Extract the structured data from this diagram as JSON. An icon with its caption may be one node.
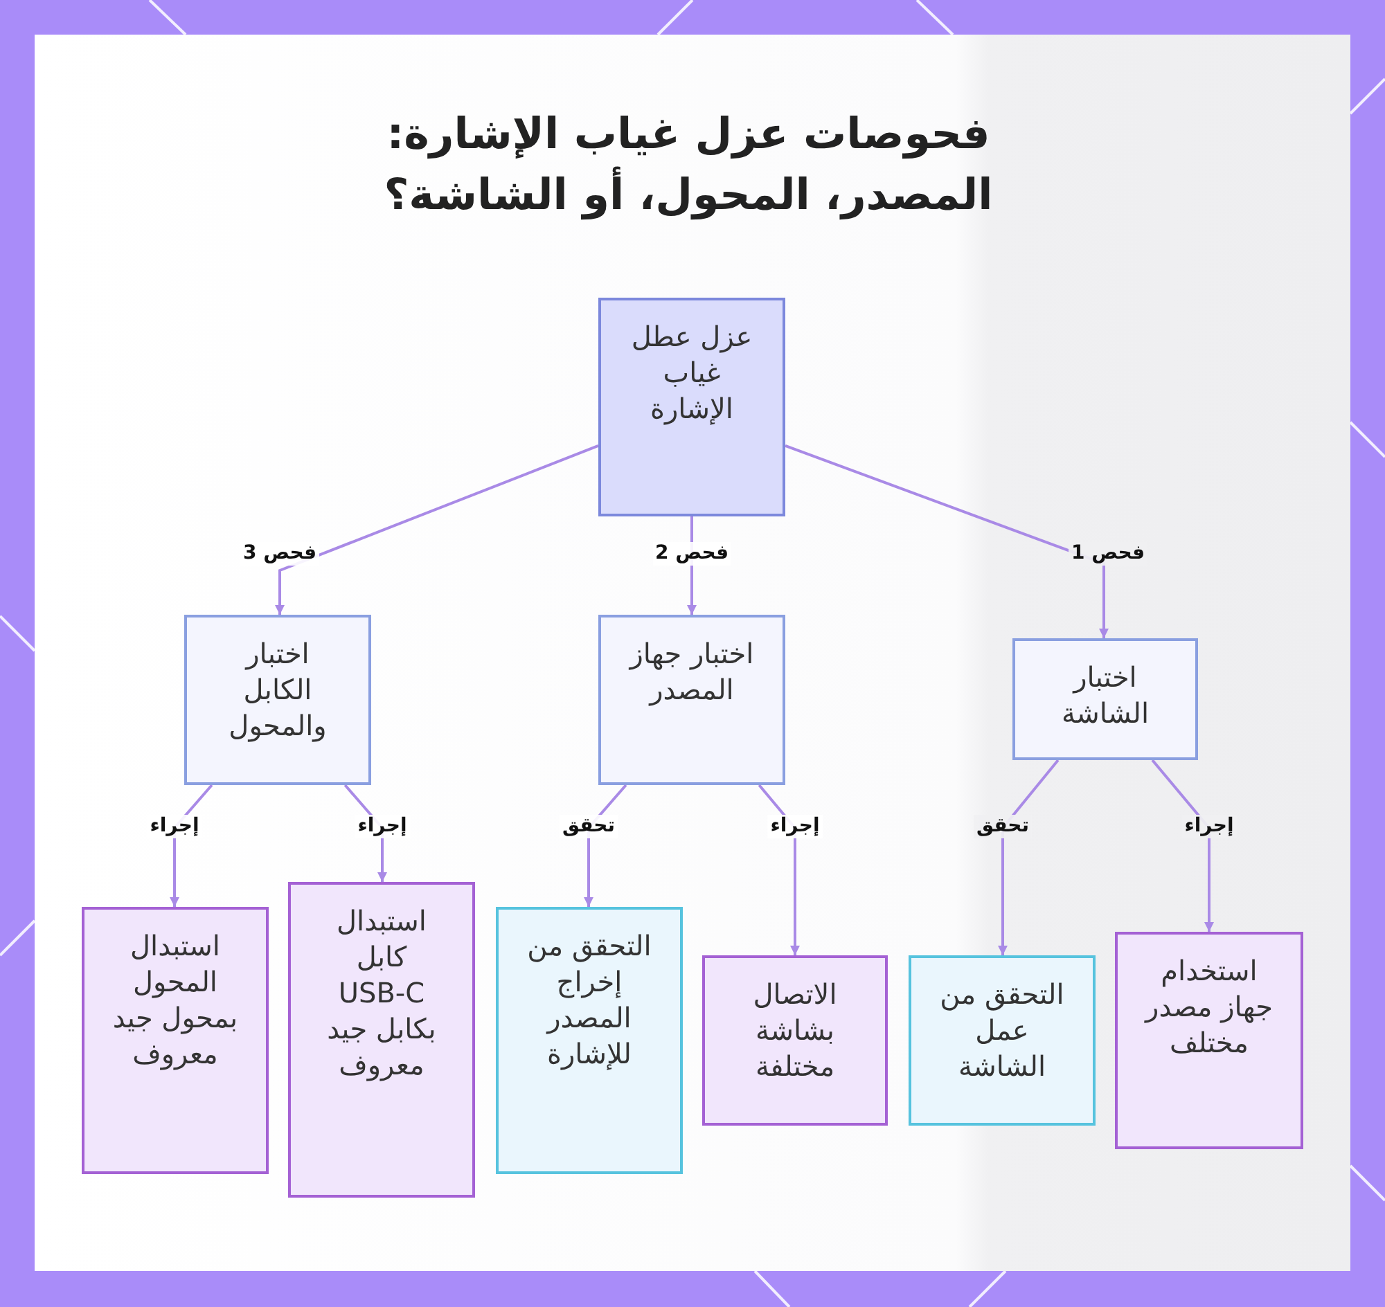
{
  "diagram": {
    "title": "فحوصات عزل غياب الإشارة: المصدر، المحول، أو الشاشة؟",
    "nodes": [
      {
        "text": [
          "عزل عطل غياب الإشارة"
        ]
      },
      {
        "text": [
          "اختبار الشاشة"
        ]
      },
      {
        "text": [
          "اختبار جهاز المصدر"
        ]
      },
      {
        "text": [
          "اختبار الكابل والمحول"
        ]
      },
      {
        "text": [
          "استخدام جهاز مصدر مختلف"
        ]
      },
      {
        "text": [
          "التحقق من عمل الشاشة"
        ]
      },
      {
        "text": [
          "الاتصال بشاشة مختلفة"
        ]
      },
      {
        "text": [
          "التحقق من إخراج المصدر للإشارة"
        ]
      },
      {
        "text": [
          "استبدال كابل USB-C بكابل جيد معروف"
        ]
      },
      {
        "text": [
          "استبدال المحول بمحول جيد معروف"
        ]
      }
    ],
    "edges": [
      {
        "from": 0,
        "to": 1,
        "arrow": "to",
        "label": "فحص 1"
      },
      {
        "from": 0,
        "to": 2,
        "arrow": "to",
        "label": "فحص 2"
      },
      {
        "from": 0,
        "to": 3,
        "arrow": "to",
        "label": "فحص 3"
      },
      {
        "from": 1,
        "to": 4,
        "arrow": "to",
        "label": "إجراء"
      },
      {
        "from": 1,
        "to": 5,
        "arrow": "to",
        "label": "تحقق"
      },
      {
        "from": 2,
        "to": 6,
        "arrow": "to",
        "label": "إجراء"
      },
      {
        "from": 2,
        "to": 7,
        "arrow": "to",
        "label": "تحقق"
      },
      {
        "from": 3,
        "to": 8,
        "arrow": "to",
        "label": "إجراء"
      },
      {
        "from": 3,
        "to": 9,
        "arrow": "to",
        "label": "إجراء"
      }
    ]
  }
}
